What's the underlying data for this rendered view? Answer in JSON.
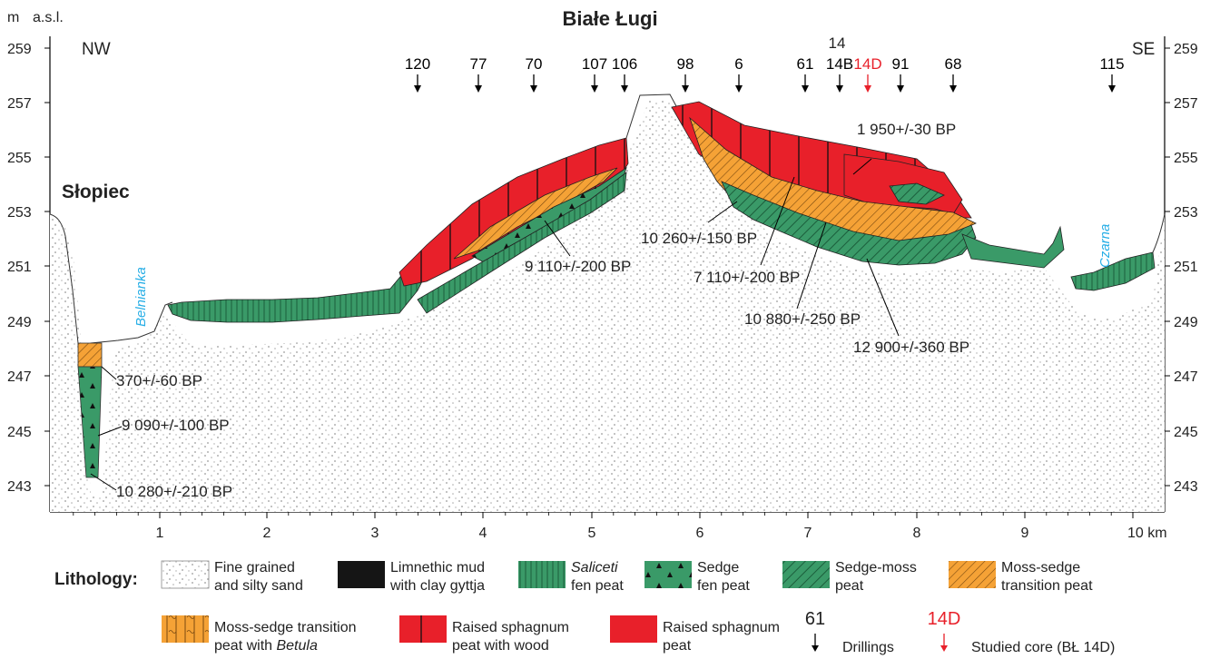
{
  "title": "Białe Ługi",
  "unit_top": "m",
  "unit_top2": "a.s.l.",
  "dir_left": "NW",
  "dir_right": "SE",
  "place_left": "Słopiec",
  "rivers": {
    "left": "Belnianka",
    "right": "Czarna"
  },
  "y_ticks": [
    "259",
    "257",
    "255",
    "253",
    "251",
    "249",
    "247",
    "245",
    "243"
  ],
  "x_ticks": [
    "1",
    "2",
    "3",
    "4",
    "5",
    "6",
    "7",
    "8",
    "9",
    "10 km"
  ],
  "drillings": [
    {
      "label": "120",
      "studied": false
    },
    {
      "label": "77",
      "studied": false
    },
    {
      "label": "70",
      "studied": false
    },
    {
      "label": "107",
      "studied": false
    },
    {
      "label": "106",
      "studied": false
    },
    {
      "label": "98",
      "studied": false
    },
    {
      "label": "6",
      "studied": false
    },
    {
      "label": "61",
      "studied": false
    },
    {
      "label": "14B",
      "studied": false
    },
    {
      "label": "14D",
      "studied": true
    },
    {
      "label": "91",
      "studied": false
    },
    {
      "label": "68",
      "studied": false
    },
    {
      "label": "115",
      "studied": false
    }
  ],
  "drill_extra": "14",
  "dates": [
    "370+/-60 BP",
    "9 090+/-100 BP",
    "10 280+/-210 BP",
    "9 110+/-200 BP",
    "1 950+/-30 BP",
    "10 260+/-150 BP",
    "7 110+/-200 BP",
    "10 880+/-250 BP",
    "12 900+/-360 BP"
  ],
  "legend": {
    "heading": "Lithology:",
    "items": [
      {
        "line1": "Fine grained",
        "line2": "and silty sand"
      },
      {
        "line1": "Limnethic mud",
        "line2": "with clay gyttja"
      },
      {
        "line1": "Saliceti",
        "line2": "fen peat"
      },
      {
        "line1": "Sedge",
        "line2": "fen peat"
      },
      {
        "line1": "Sedge-moss",
        "line2": "peat"
      },
      {
        "line1": "Moss-sedge",
        "line2": "transition peat"
      },
      {
        "line1": "Moss-sedge transition",
        "line2": "peat with ",
        "line2_italic": "Betula"
      },
      {
        "line1": "Raised sphagnum",
        "line2": "peat with wood"
      },
      {
        "line1": "Raised sphagnum",
        "line2": "peat"
      }
    ],
    "drill_example": "61",
    "drill_text": "Drillings",
    "studied_example": "14D",
    "studied_text": "Studied core (BŁ 14D)"
  },
  "colors": {
    "green": "#3a9a68",
    "red": "#e8202a",
    "orange": "#f5a236",
    "studied": "#e8202a",
    "river": "#27aee6"
  }
}
